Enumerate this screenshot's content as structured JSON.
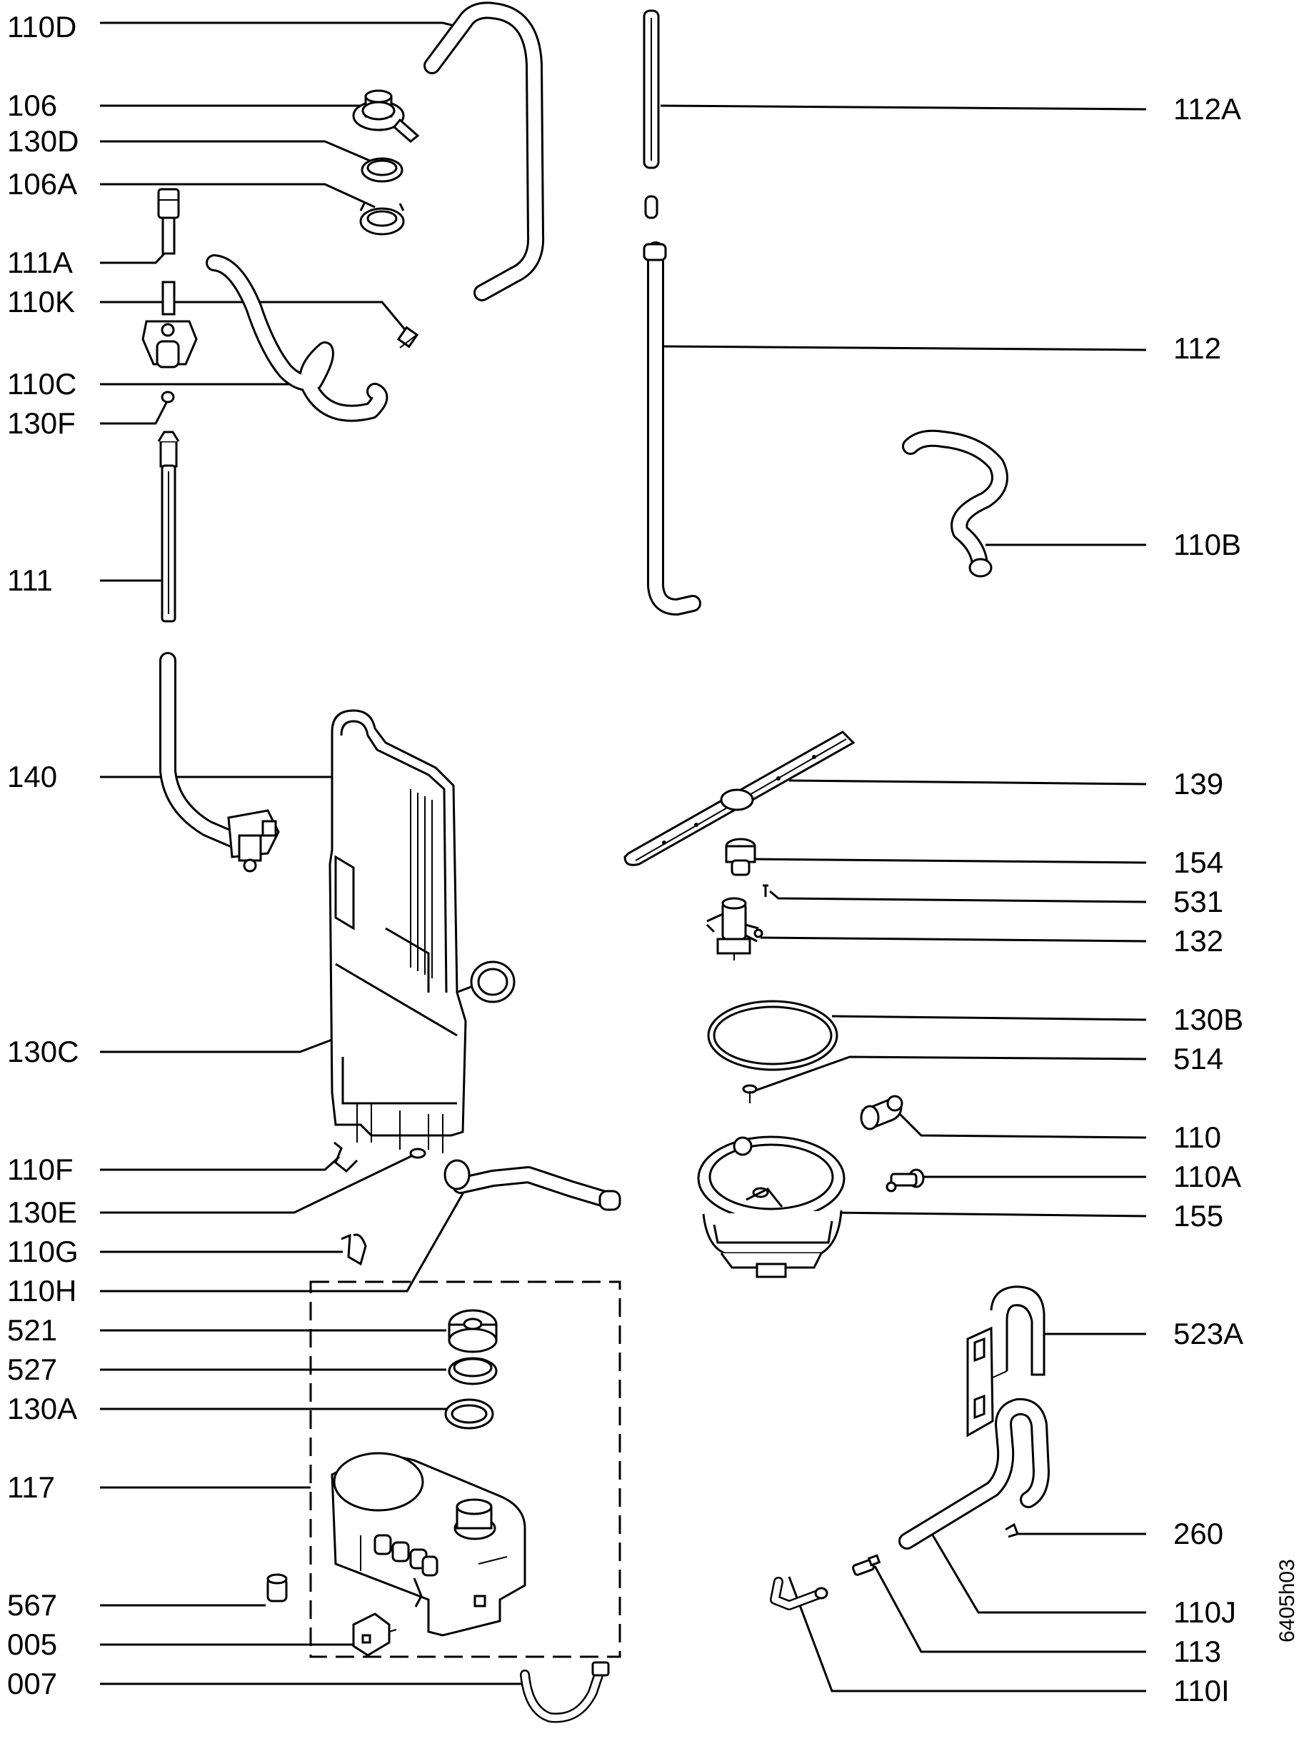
{
  "diagram": {
    "code": "6405h03",
    "left_labels": [
      "110D",
      "106",
      "130D",
      "106A",
      "111A",
      "110K",
      "110C",
      "130F",
      "111",
      "140",
      "130C",
      "110F",
      "130E",
      "110G",
      "110H",
      "521",
      "527",
      "130A",
      "117",
      "567",
      "005",
      "007"
    ],
    "right_labels": [
      "112A",
      "112",
      "110B",
      "139",
      "154",
      "531",
      "132",
      "130B",
      "514",
      "110",
      "110A",
      "155",
      "523A",
      "260",
      "110J",
      "113",
      "110I"
    ]
  }
}
